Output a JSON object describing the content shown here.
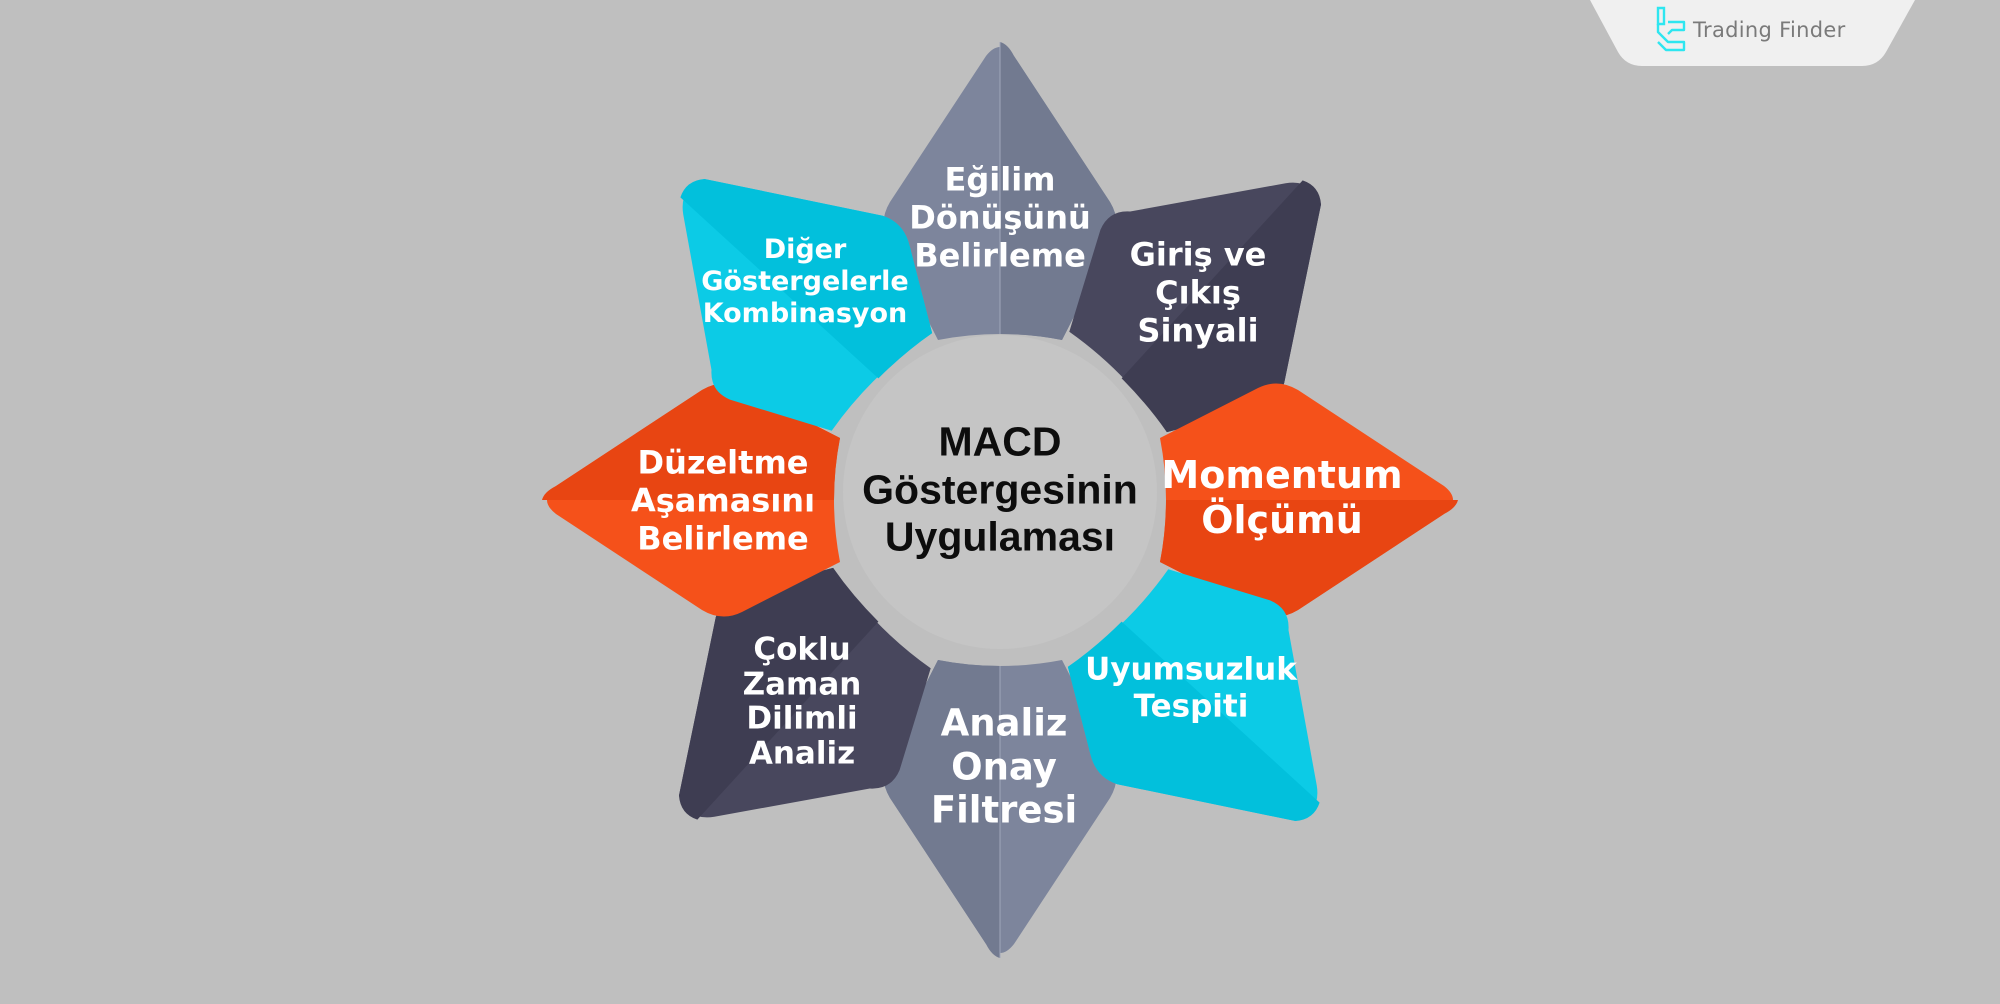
{
  "title": {
    "lines": [
      "MACD",
      "Göstergesinin",
      "Uygulaması"
    ]
  },
  "brand": {
    "name": "Trading Finder",
    "logo_icon": "trading-finder-logo-icon",
    "logo_color": "#2ee6f0"
  },
  "colors": {
    "background": "#bfbfbf",
    "center_circle": "#c4c4c4",
    "slate": "#7b8299",
    "dark_navy": "#434256",
    "orange": "#f24c16",
    "cyan": "#0bc8e3"
  },
  "petals": [
    {
      "position": "top",
      "lines": [
        "Eğilim",
        "Dönüşünü",
        "Belirleme"
      ],
      "color": "slate"
    },
    {
      "position": "top-right",
      "lines": [
        "Giriş ve",
        "Çıkış",
        "Sinyali"
      ],
      "color": "dark_navy"
    },
    {
      "position": "right",
      "lines": [
        "Momentum",
        "Ölçümü"
      ],
      "color": "orange"
    },
    {
      "position": "bottom-right",
      "lines": [
        "Uyumsuzluk",
        "Tespiti"
      ],
      "color": "cyan"
    },
    {
      "position": "bottom",
      "lines": [
        "Analiz",
        "Onay",
        "Filtresi"
      ],
      "color": "slate"
    },
    {
      "position": "bottom-left",
      "lines": [
        "Çoklu",
        "Zaman",
        "Dilimli",
        "Analiz"
      ],
      "color": "dark_navy"
    },
    {
      "position": "left",
      "lines": [
        "Düzeltme",
        "Aşamasını",
        "Belirleme"
      ],
      "color": "orange"
    },
    {
      "position": "top-left",
      "lines": [
        "Diğer",
        "Göstergelerle",
        "Kombinasyon"
      ],
      "color": "cyan"
    }
  ]
}
